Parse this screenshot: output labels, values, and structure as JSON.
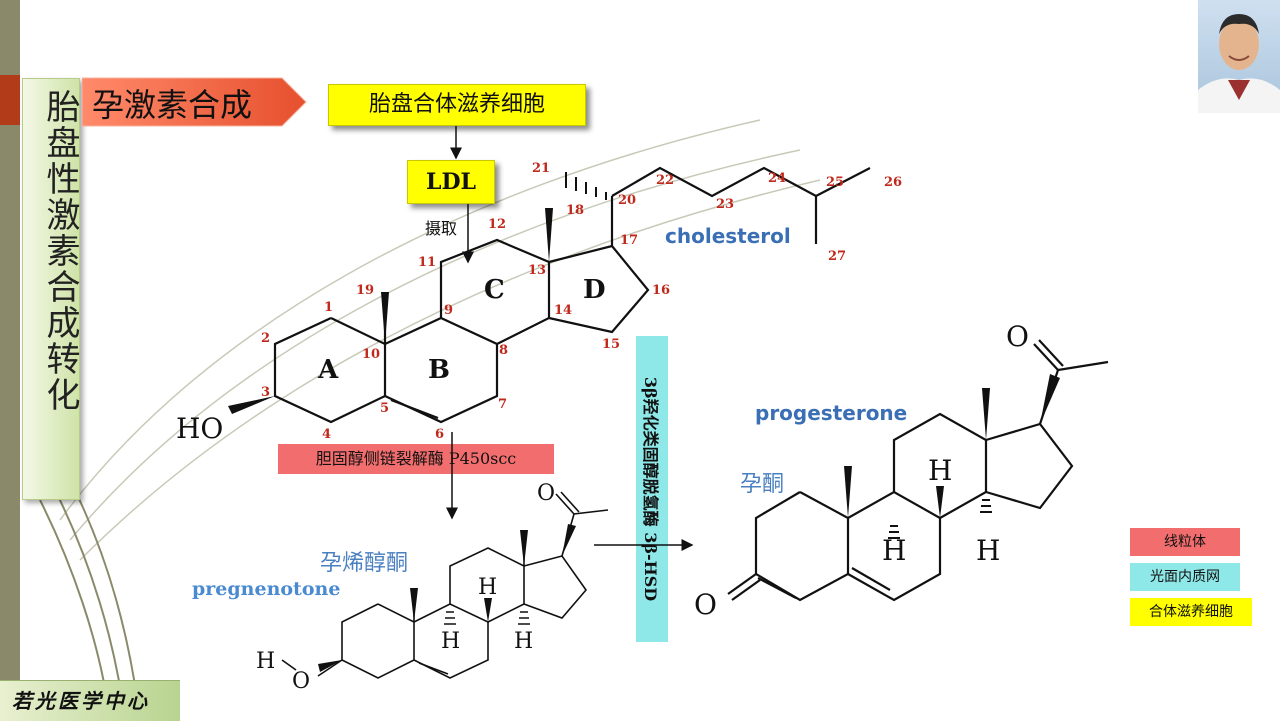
{
  "slide": {
    "vertical_title": "胎盘性激素合成转化",
    "banner": "孕激素合成",
    "placenta_box": "胎盘合体滋养细胞",
    "ldl_box": "LDL",
    "uptake_label": "摄取",
    "enzyme_scc": "胆固醇侧链裂解酶 P450scc",
    "enzyme_hsd": "3β羟化类固醇脱氢酶 3β-HSD",
    "cholesterol_label": "cholesterol",
    "progesterone_label": "progesterone",
    "progesterone_cn": "孕酮",
    "pregnenolone_cn": "孕烯醇酮",
    "pregnenolone_label": "pregnenotone",
    "footer": "若光医学中心"
  },
  "legend": [
    {
      "label": "线粒体",
      "color": "#f26d6d"
    },
    {
      "label": "光面内质网",
      "color": "#8fe8e8"
    },
    {
      "label": "合体滋养细胞",
      "color": "#ffff00"
    }
  ],
  "cholesterol": {
    "rings": [
      "A",
      "B",
      "C",
      "D"
    ],
    "ho": "HO",
    "numbers": [
      "1",
      "2",
      "3",
      "4",
      "5",
      "6",
      "7",
      "8",
      "9",
      "10",
      "11",
      "12",
      "13",
      "14",
      "15",
      "16",
      "17",
      "18",
      "19",
      "20",
      "21",
      "22",
      "23",
      "24",
      "25",
      "26",
      "27"
    ]
  },
  "pregnenolone": {
    "o": "O",
    "h1": "H",
    "h2": "H",
    "h3": "H",
    "ho_h": "H",
    "ho_o": "O"
  },
  "progesterone": {
    "o_top": "O",
    "o_left": "O",
    "h1": "H",
    "h2": "H",
    "h3": "H"
  },
  "colors": {
    "number_red": "#c0281c",
    "blue": "#3a6fb5",
    "yellow": "#ffff00",
    "red_box": "#f26d6d",
    "cyan_box": "#8fe8e8"
  }
}
